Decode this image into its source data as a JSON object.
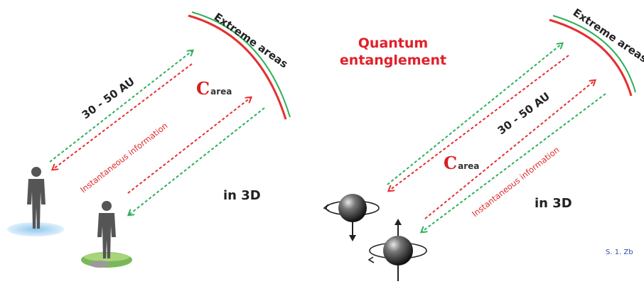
{
  "title_line1": "Quantum",
  "title_line2": "entanglement",
  "left": {
    "distance_label": "30 - 50 AU",
    "info_label": "Instantaneous information",
    "extreme_label": "Extreme areas",
    "c_letter": "C",
    "c_sub": "area",
    "in3d": "in 3D"
  },
  "right": {
    "distance_label": "30 - 50 AU",
    "info_label": "Instantaneous information",
    "extreme_label": "Extreme areas",
    "c_letter": "C",
    "c_sub": "area",
    "in3d": "in 3D"
  },
  "signature": "S. 1. Zb",
  "colors": {
    "red": "#e53030",
    "green": "#2fb05a",
    "title": "#e0202a"
  },
  "icons": [
    "human-figure-icon",
    "spinning-particle-icon"
  ]
}
